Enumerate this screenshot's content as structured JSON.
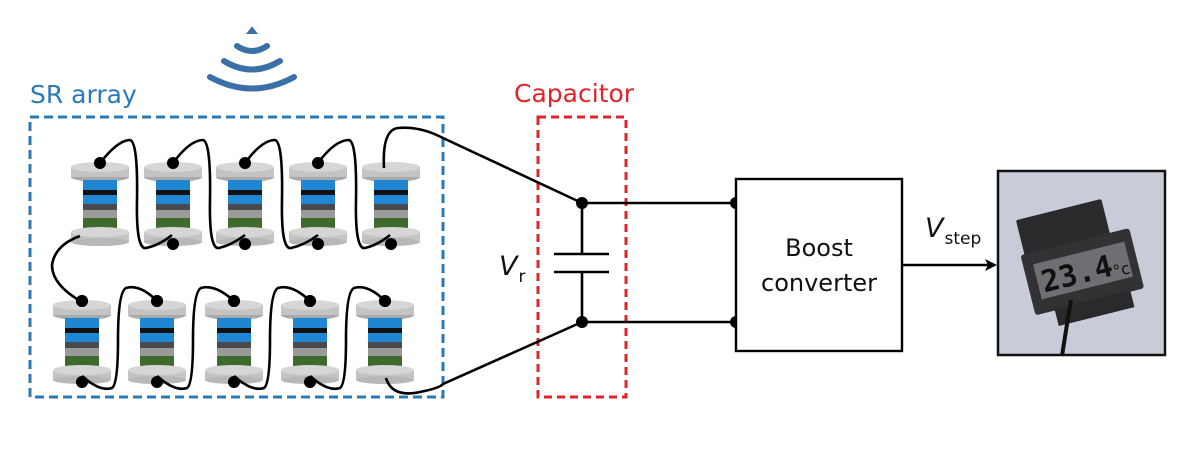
{
  "labels": {
    "sr_array": "SR array",
    "capacitor": "Capacitor",
    "boost_line1": "Boost",
    "boost_line2": "converter",
    "vr_main": "V",
    "vr_sub": "r",
    "vstep_main": "V",
    "vstep_sub": "step",
    "display_reading": "23.4",
    "display_unit": "°c"
  },
  "icons": {
    "wireless": "wireless-signal-icon",
    "thermometer": "digital-thermometer-image"
  },
  "colors": {
    "sr_box": "#2a7ab8",
    "capacitor_box": "#e0242a",
    "wave": "#3a6fa8",
    "spool_flange": "#c4c4c4",
    "spool_blue": "#1f86d4",
    "spool_black": "#111111",
    "spool_darkgray": "#4a4a4e",
    "spool_gray": "#9a9a9a",
    "spool_green": "#3e6a2e",
    "thermo_bg": "#c7ccd8"
  },
  "sr_array": {
    "rows": 2,
    "spools_per_row": 5
  }
}
